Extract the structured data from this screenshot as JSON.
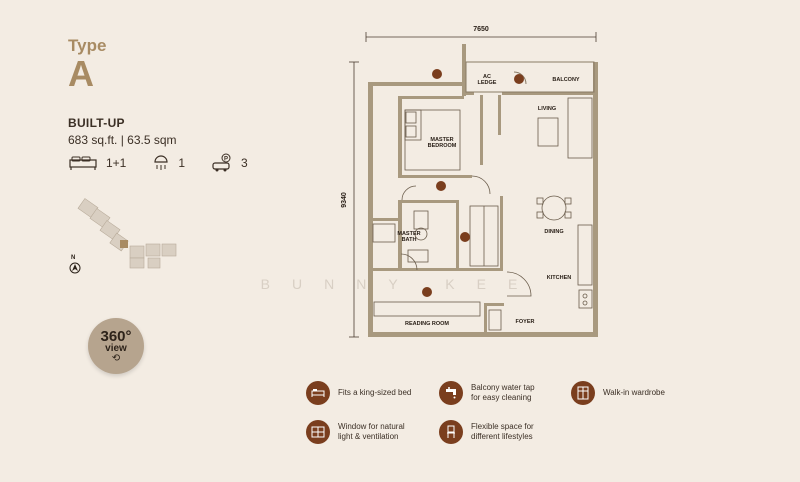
{
  "unit": {
    "type_label": "Type",
    "type_letter": "A",
    "builtup_title": "BUILT-UP",
    "builtup_size": "683 sq.ft. | 63.5 sqm",
    "bedrooms": "1+1",
    "bathrooms": "1",
    "parking": "3"
  },
  "view360": {
    "big": "360°",
    "small": "view"
  },
  "watermark": "BUNNY KEE",
  "plan": {
    "width_dim": "7650",
    "height_dim": "9340",
    "rooms": {
      "ac_ledge_1": "AC",
      "ac_ledge_2": "LEDGE",
      "balcony": "BALCONY",
      "living": "LIVING",
      "master_bedroom_1": "MASTER",
      "master_bedroom_2": "BEDROOM",
      "master_bath_1": "MASTER",
      "master_bath_2": "BATH",
      "dining": "DINING",
      "kitchen": "KITCHEN",
      "reading_room": "READING ROOM",
      "foyer": "FOYER"
    }
  },
  "features": [
    {
      "icon": "bed-icon",
      "text": "Fits a king-sized bed"
    },
    {
      "icon": "water-tap-icon",
      "text_1": "Balcony water tap",
      "text_2": "for easy cleaning"
    },
    {
      "icon": "wardrobe-icon",
      "text": "Walk-in wardrobe"
    },
    {
      "icon": "window-icon",
      "text_1": "Window for natural",
      "text_2": "light & ventilation"
    },
    {
      "icon": "flexible-space-icon",
      "text_1": "Flexible space for",
      "text_2": "different lifestyles"
    }
  ],
  "colors": {
    "background": "#f3ece3",
    "accent": "#a88b63",
    "wall": "#a8997f",
    "feature_icon": "#7a3e1e"
  }
}
